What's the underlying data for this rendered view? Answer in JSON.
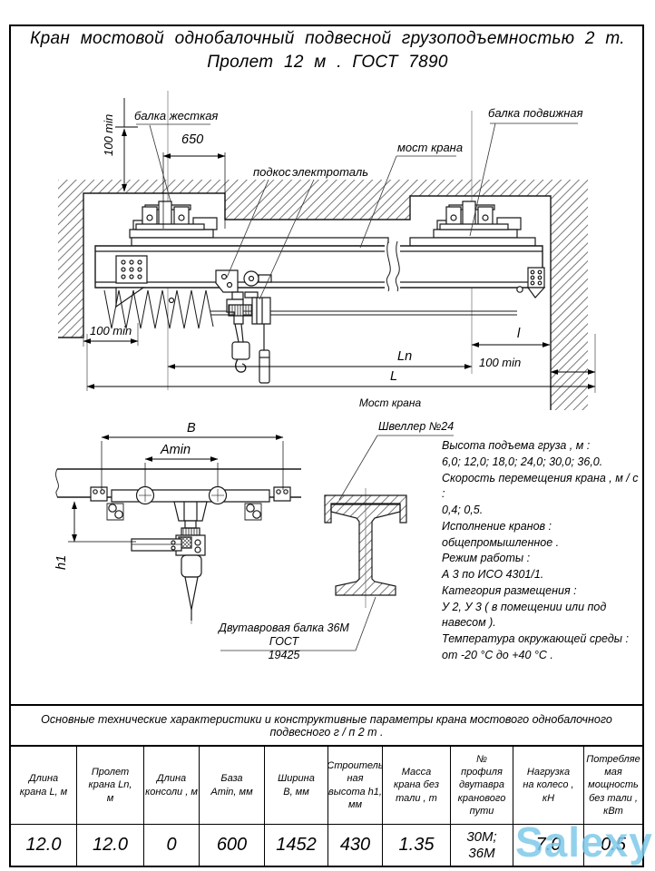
{
  "title": {
    "line1": "Кран  мостовой  однобалочный  подвесной  грузоподъемностью  2 т.",
    "line2": "Пролет  12 м .  ГОСТ  7890"
  },
  "labels": {
    "dim_100min_top": "100 min",
    "rigid_beam": "балка жесткая",
    "dim_650": "650",
    "brace": "подкос",
    "hoist": "электроталь",
    "bridge": "мост крана",
    "movable_beam": "балка подвижная",
    "dim_100min_left": "100 min",
    "dim_l": "l",
    "dim_100min_right": "100 min",
    "dim_ln": "Ln",
    "dim_L": "L",
    "bridge_caption": "Мост крана",
    "dim_B": "B",
    "dim_Amin": "Amin",
    "dim_h1": "h1",
    "channel": "Швеллер №24",
    "ibeam_gost": "Двутавровая балка 36М ГОСТ\n19425"
  },
  "specs_text": "Высота  подъема  груза , м :\n6,0;  12,0;  18,0;  24,0;  30,0;  36,0.\nСкорость  перемещения  крана , м / с :\n0,4;  0,5.\nИсполнение  кранов :\nобщепромышленное .\nРежим  работы :\nА 3  по  ИСО  4301/1.\nКатегория  размещения :\nУ 2,  У 3 ( в  помещении  или  под\nнавесом ).\nТемпература  окружающей  среды :\nот  -20 °С  до  +40 °С .",
  "band": {
    "text": "Основные  технические  характеристики  и  конструктивные  параметры  крана  мостового  однобалочного  подвесного  г / п  2 т ."
  },
  "table": {
    "headers": [
      "Длина\nкрана L,  м",
      "Пролет\nкрана Ln,\nм",
      "Длина\nконсоли , м",
      "База\nAmin,  мм",
      "Ширина\nB,  мм",
      "Строитель\nная\nвысота h1,\nмм",
      "Масса\nкрана  без\nтали , т",
      "№\nпрофиля\nдвутавра\nкранового\nпути",
      "Нагрузка\nна колесо ,\nкН",
      "Потребляе\nмая\nмощность\nбез тали ,\nкВт"
    ],
    "row": [
      "12.0",
      "12.0",
      "0",
      "600",
      "1452",
      "430",
      "1.35",
      "30М;\n36М",
      "7.0",
      "0.5"
    ]
  },
  "watermark": {
    "text": "Salexy",
    "color": "#7ec9e9"
  }
}
